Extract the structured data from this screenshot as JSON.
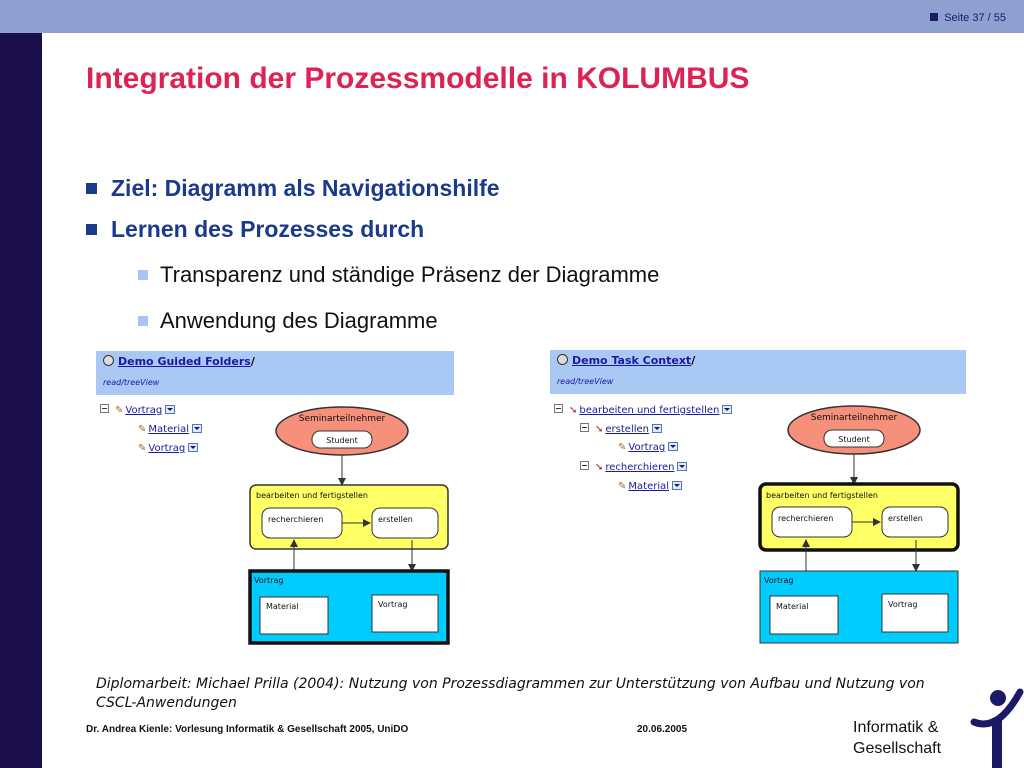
{
  "header": {
    "page_number": "Seite 37 / 55"
  },
  "title": "Integration der Prozessmodelle in KOLUMBUS",
  "bullets": [
    {
      "text": "Ziel: Diagramm als Navigationshilfe"
    },
    {
      "text": "Lernen des Prozesses durch",
      "children": [
        {
          "text": "Transparenz und ständige Präsenz der Diagramme"
        },
        {
          "text": "Anwendung des Diagramme"
        }
      ]
    }
  ],
  "screenshots": [
    {
      "header_link": "Demo Guided Folders",
      "header_slash": "/",
      "header_sub": "read/treeView",
      "tree": [
        "Vortrag",
        "Material",
        "Vortrag"
      ],
      "diagram": {
        "actor": "Seminarteilnehmer",
        "role": "Student",
        "process": "bearbeiten und fertigstellen",
        "step1": "recherchieren",
        "step2": "erstellen",
        "artifact_group": "Vortrag",
        "artifact1": "Material",
        "artifact2": "Vortrag"
      },
      "highlight": "artifact_group"
    },
    {
      "header_link": "Demo Task Context",
      "header_slash": "/",
      "header_sub": "read/treeView",
      "tree": [
        "bearbeiten und fertigstellen",
        "erstellen",
        "Vortrag",
        "recherchieren",
        "Material"
      ],
      "diagram": {
        "actor": "Seminarteilnehmer",
        "role": "Student",
        "process": "bearbeiten und fertigstellen",
        "step1": "recherchieren",
        "step2": "erstellen",
        "artifact_group": "Vortrag",
        "artifact1": "Material",
        "artifact2": "Vortrag"
      },
      "highlight": "process"
    }
  ],
  "citation": "Diplomarbeit: Michael Prilla (2004): Nutzung von Prozessdiagrammen zur Unterstützung von Aufbau und Nutzung von CSCL-Anwendungen",
  "footer": {
    "author": "Dr. Andrea Kienle: Vorlesung Informatik & Gesellschaft 2005, UniDO",
    "date": "20.06.2005",
    "brand_line1": "Informatik &",
    "brand_line2": "Gesellschaft"
  },
  "colors": {
    "top_bar": "#8f9fd0",
    "sidebar": "#1a0f4a",
    "title": "#dd2255",
    "bullet_text": "#1a3a8c",
    "actor_ellipse": "#f6907a",
    "process_box": "#ffff66",
    "artifact_box": "#00ccff",
    "logo": "#1a1a66"
  }
}
